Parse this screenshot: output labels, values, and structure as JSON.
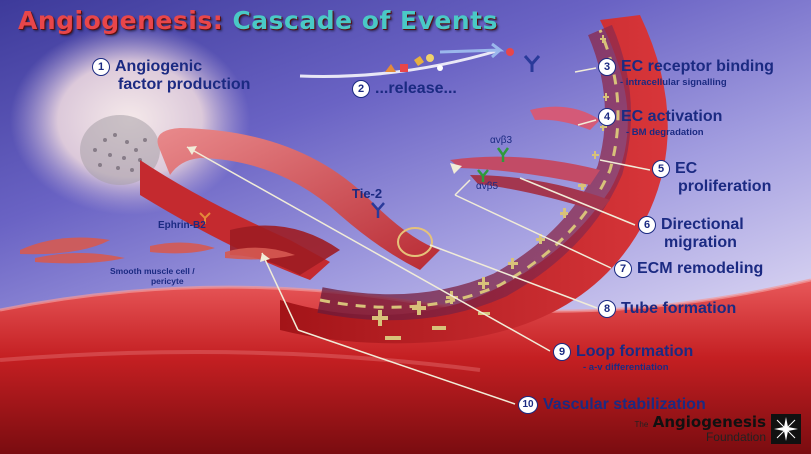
{
  "title": {
    "part1": "Angiogenesis:",
    "part2": "Cascade of Events"
  },
  "steps": [
    {
      "number": "1",
      "label": "Angiogenic",
      "label2": "factor production",
      "sub": ""
    },
    {
      "number": "2",
      "label": "...release...",
      "label2": "",
      "sub": ""
    },
    {
      "number": "3",
      "label": "EC receptor binding",
      "label2": "",
      "sub": "- intracellular signalling"
    },
    {
      "number": "4",
      "label": "EC activation",
      "label2": "",
      "sub": "- BM degradation"
    },
    {
      "number": "5",
      "label": "EC",
      "label2": "proliferation",
      "sub": ""
    },
    {
      "number": "6",
      "label": "Directional",
      "label2": "migration",
      "sub": ""
    },
    {
      "number": "7",
      "label": "ECM remodeling",
      "label2": "",
      "sub": ""
    },
    {
      "number": "8",
      "label": "Tube formation",
      "label2": "",
      "sub": ""
    },
    {
      "number": "9",
      "label": "Loop formation",
      "label2": "",
      "sub": "- a-v differentiation"
    },
    {
      "number": "10",
      "label": "Vascular stabilization",
      "label2": "",
      "sub": ""
    }
  ],
  "annotations": {
    "tie2": "Tie-2",
    "ephrin": "Ephrin-B2",
    "smooth_muscle": "Smooth muscle cell /",
    "pericyte": "pericyte",
    "integrin_b3": "αvβ3",
    "integrin_b5": "αvβ5"
  },
  "logo": {
    "the": "The",
    "name": "Angiogenesis",
    "foundation": "Foundation"
  },
  "colors": {
    "title_red": "#e8464a",
    "title_teal": "#4ac9c6",
    "label_blue": "#1b2a82",
    "vessel_red": "#c41f22",
    "receptor_blue": "#2a3a9a",
    "integrin_green": "#2f9a3a"
  }
}
